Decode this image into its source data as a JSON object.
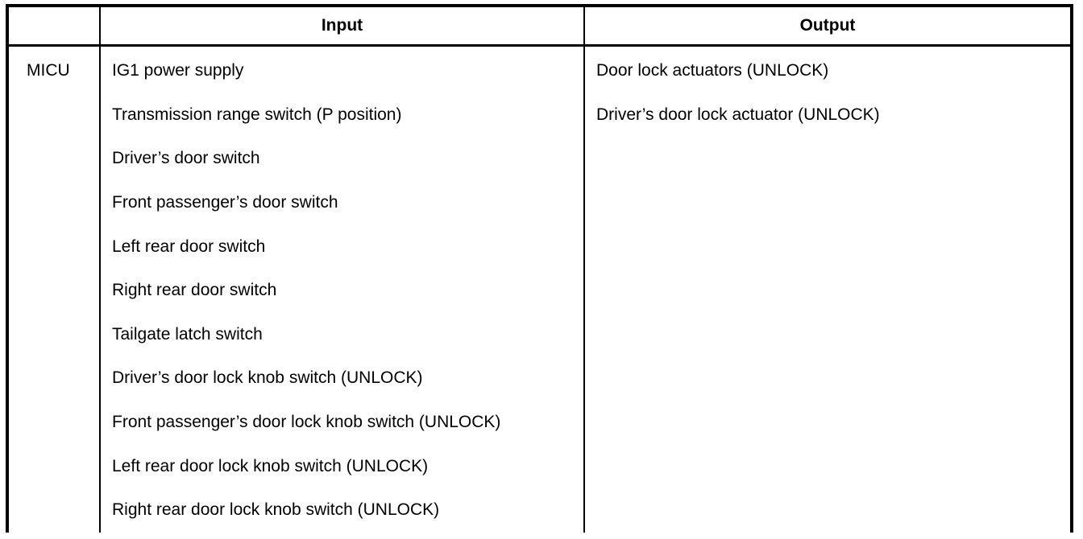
{
  "table": {
    "header": {
      "corner": "",
      "input": "Input",
      "output": "Output"
    },
    "row_label": "MICU",
    "inputs": [
      "IG1 power supply",
      "Transmission range switch (P position)",
      "Driver’s door switch",
      "Front passenger’s door switch",
      "Left rear door switch",
      "Right rear door switch",
      "Tailgate latch switch",
      "Driver’s door lock knob switch (UNLOCK)",
      "Front passenger’s door lock knob switch (UNLOCK)",
      "Left rear door lock knob switch (UNLOCK)",
      "Right rear door lock knob switch (UNLOCK)"
    ],
    "outputs": [
      "Door lock actuators (UNLOCK)",
      "Driver’s door lock actuator (UNLOCK)"
    ]
  },
  "colors": {
    "border": "#000000",
    "text": "#000000",
    "background": "#ffffff"
  }
}
